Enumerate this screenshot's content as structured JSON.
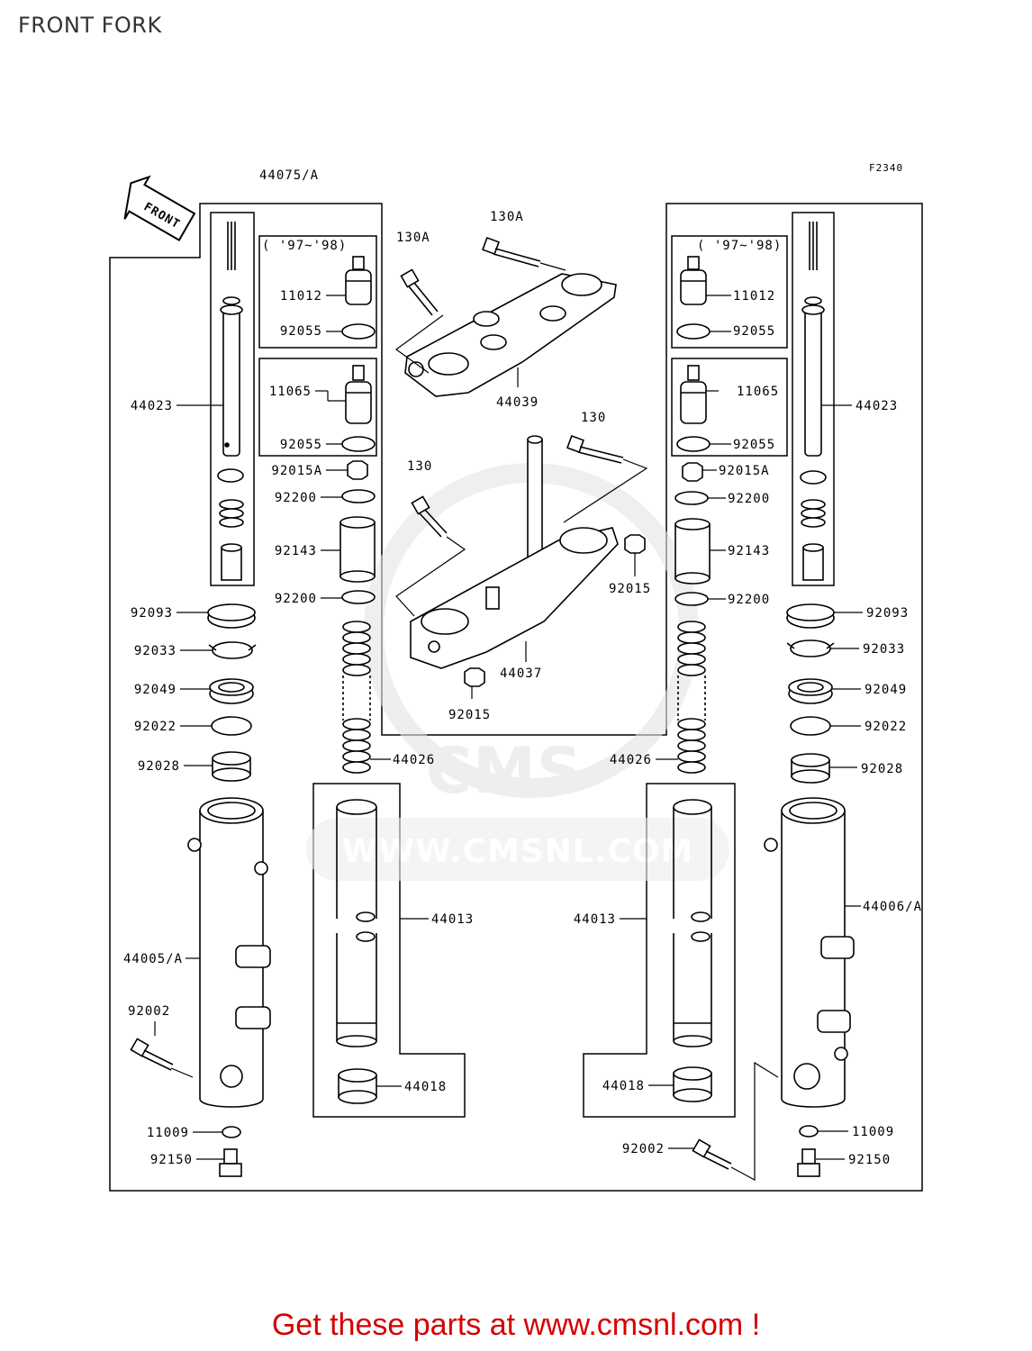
{
  "page_title": "FRONT FORK",
  "figure_code": "F2340",
  "front_arrow_label": "FRONT",
  "watermark": "WWW.CMSNL.COM",
  "footer_text": "Get these parts at www.cmsnl.com !",
  "colors": {
    "footer": "#d40000",
    "watermark": "#e4e4e4",
    "lines": "#000000"
  },
  "labels": {
    "assy_left": "44075/A",
    "year_left": "( '97~'98)",
    "year_right": "( '97~'98)",
    "p11012_l": "11012",
    "p92055a_l": "92055",
    "p11065_l": "11065",
    "p92055b_l": "92055",
    "p92015A_l": "92015A",
    "p92200a_l": "92200",
    "p92143_l": "92143",
    "p92200b_l": "92200",
    "p44023_l": "44023",
    "p92093_l": "92093",
    "p92033_l": "92033",
    "p92049_l": "92049",
    "p92022_l": "92022",
    "p92028_l": "92028",
    "p44026_l": "44026",
    "p44013_l": "44013",
    "p44005_l": "44005/A",
    "p92002_l": "92002",
    "p44018_l": "44018",
    "p11009_l": "11009",
    "p92150_l": "92150",
    "p130A_1": "130A",
    "p130A_2": "130A",
    "p44039": "44039",
    "p130_1": "130",
    "p130_2": "130",
    "p92015_1": "92015",
    "p44037": "44037",
    "p92015_2": "92015",
    "p11012_r": "11012",
    "p92055a_r": "92055",
    "p11065_r": "11065",
    "p92055b_r": "92055",
    "p92015A_r": "92015A",
    "p92200a_r": "92200",
    "p92143_r": "92143",
    "p92200b_r": "92200",
    "p44023_r": "44023",
    "p92093_r": "92093",
    "p92033_r": "92033",
    "p92049_r": "92049",
    "p92022_r": "92022",
    "p92028_r": "92028",
    "p44026_r": "44026",
    "p44013_r": "44013",
    "p44006_r": "44006/A",
    "p44018_r": "44018",
    "p92002_r": "92002",
    "p11009_r": "11009",
    "p92150_r": "92150"
  }
}
